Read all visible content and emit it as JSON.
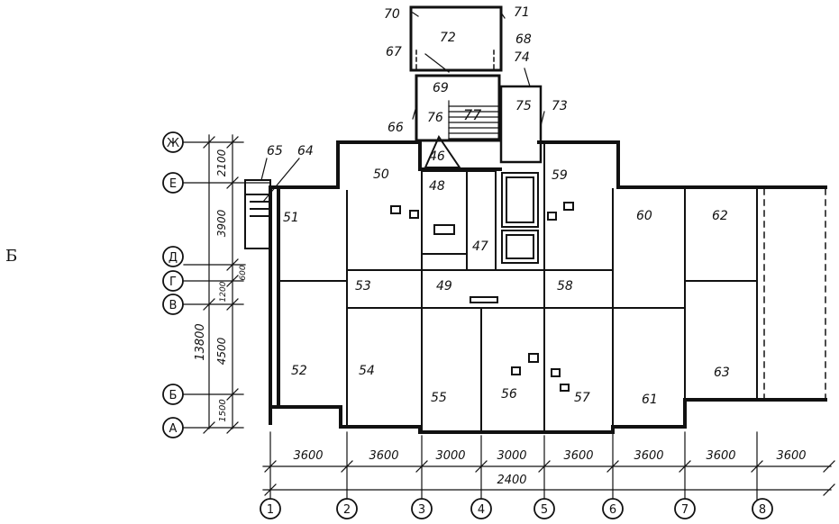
{
  "page_marker": "Б",
  "axes_letters": [
    {
      "label": "Ж"
    },
    {
      "label": "Е"
    },
    {
      "label": "Д"
    },
    {
      "label": "Г"
    },
    {
      "label": "В"
    },
    {
      "label": "Б"
    },
    {
      "label": "А"
    }
  ],
  "axes_numbers": [
    {
      "label": "1"
    },
    {
      "label": "2"
    },
    {
      "label": "3"
    },
    {
      "label": "4"
    },
    {
      "label": "5"
    },
    {
      "label": "6"
    },
    {
      "label": "7"
    },
    {
      "label": "8"
    }
  ],
  "vertical_dimensions": {
    "d_zh_e": "2100",
    "d_e_d": "3900",
    "d_g": "1200",
    "d_dg": "600",
    "d_v_b": "4500",
    "d_b_a": "1500",
    "d_total": "13800"
  },
  "horizontal_dimensions": {
    "spans": [
      "3600",
      "3600",
      "3000",
      "3000",
      "3600",
      "3600",
      "3600",
      "3600"
    ],
    "sub": "2400"
  },
  "rooms": {
    "r46": "46",
    "r47": "47",
    "r48": "48",
    "r49": "49",
    "r50": "50",
    "r51": "51",
    "r52": "52",
    "r53": "53",
    "r54": "54",
    "r55": "55",
    "r56": "56",
    "r57": "57",
    "r58": "58",
    "r59": "59",
    "r60": "60",
    "r61": "61",
    "r62": "62",
    "r63": "63",
    "r64": "64",
    "r65": "65",
    "r66": "66",
    "r67": "67",
    "r68": "68",
    "r69": "69",
    "r70": "70",
    "r71": "71",
    "r72": "72",
    "r73": "73",
    "r74": "74",
    "r75": "75",
    "r76": "76",
    "r77": "77"
  }
}
